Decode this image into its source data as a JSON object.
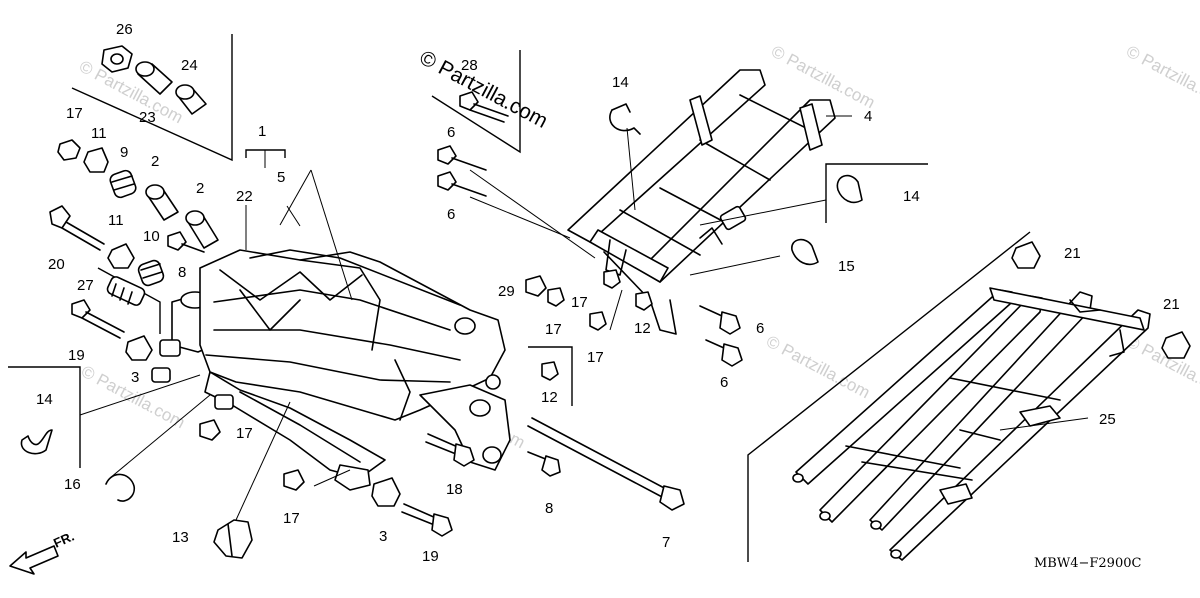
{
  "watermark": {
    "main": "© Partzilla.com",
    "faint": "© Partzilla.com"
  },
  "diagram_code": "MBW4−F2900C",
  "direction_label": "FR.",
  "callouts": {
    "c1": "1",
    "c2a": "2",
    "c2b": "2",
    "c3a": "3",
    "c3b": "3",
    "c4": "4",
    "c5": "5",
    "c6a": "6",
    "c6b": "6",
    "c6c": "6",
    "c6d": "6",
    "c7": "7",
    "c8a": "8",
    "c8b": "8",
    "c9": "9",
    "c10": "10",
    "c11a": "11",
    "c11b": "11",
    "c12a": "12",
    "c12b": "12",
    "c13": "13",
    "c14a": "14",
    "c14b": "14",
    "c14c": "14",
    "c15": "15",
    "c16": "16",
    "c17a": "17",
    "c17b": "17",
    "c17c": "17",
    "c17d": "17",
    "c17e": "17",
    "c17f": "17",
    "c18": "18",
    "c19a": "19",
    "c19b": "19",
    "c20": "20",
    "c21a": "21",
    "c21b": "21",
    "c22": "22",
    "c23": "23",
    "c24": "24",
    "c25": "25",
    "c26": "26",
    "c27": "27",
    "c28": "28",
    "c29": "29"
  }
}
